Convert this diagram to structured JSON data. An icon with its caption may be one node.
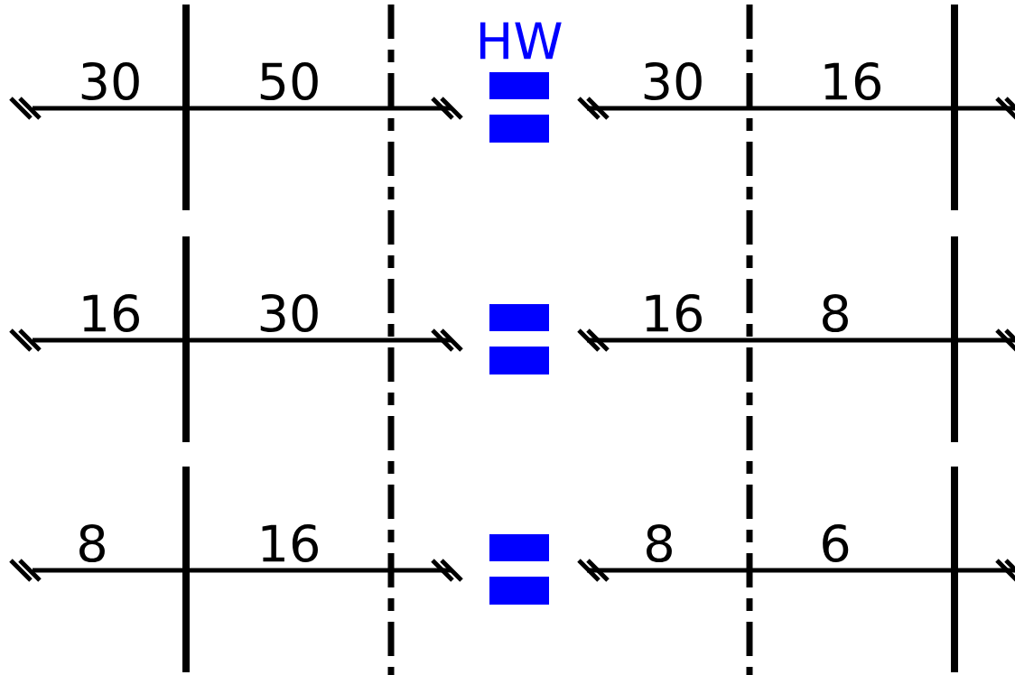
{
  "diagram": {
    "labels": [
      "HW",
      "30",
      "50",
      "30",
      "16",
      "16",
      "30",
      "16",
      "8",
      "8",
      "16",
      "8",
      "6"
    ]
  }
}
